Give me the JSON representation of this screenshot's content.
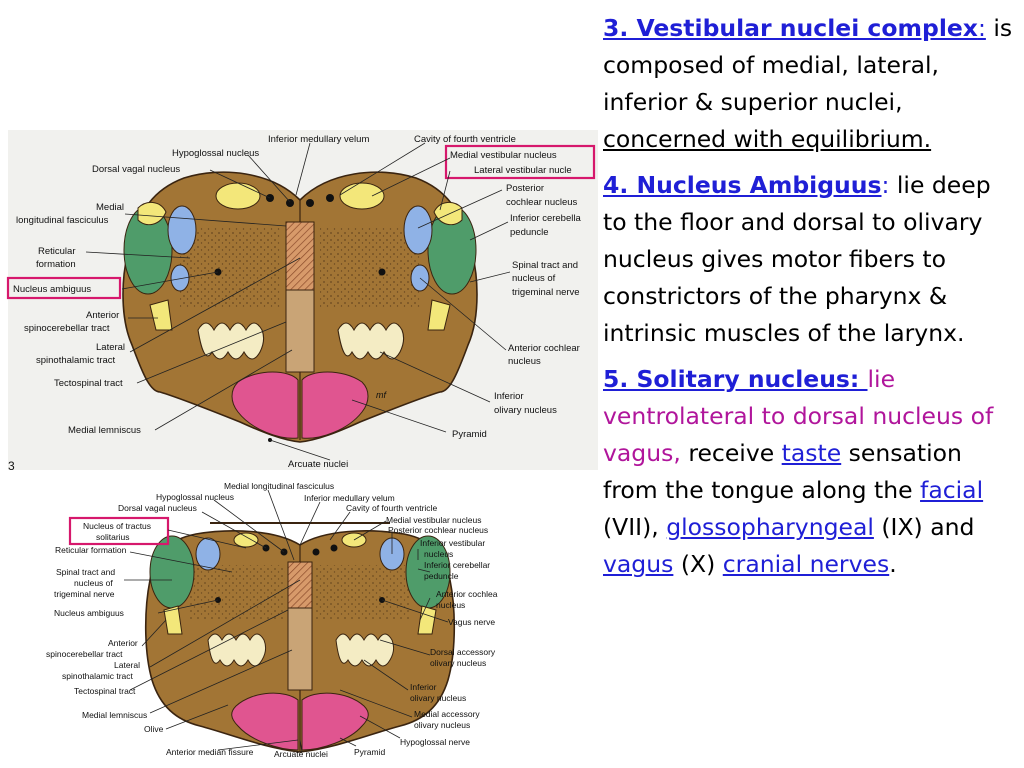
{
  "fig1": {
    "caption_number": "3",
    "mf_mark": "mf",
    "labels": {
      "inferior_medullary_velum": "Inferior medullary velum",
      "cavity_fourth_ventricle": "Cavity of fourth ventricle",
      "hypoglossal_nucleus": "Hypoglossal nucleus",
      "dorsal_vagal_nucleus": "Dorsal vagal nucleus",
      "medial_vestibular_nucleus": "Medial vestibular nucleus",
      "lateral_vestibular_nucleus": "Lateral vestibular nucle",
      "posterior_cochlear_1": "Posterior",
      "posterior_cochlear_2": "cochlear nucleus",
      "medial_long_1": "Medial",
      "medial_long_2": "longitudinal fasciculus",
      "inferior_cerebellar_1": "Inferior cerebella",
      "inferior_cerebellar_2": "peduncle",
      "reticular_1": "Reticular",
      "reticular_2": "formation",
      "spinal_tract_1": "Spinal tract and",
      "spinal_tract_2": "nucleus of",
      "spinal_tract_3": "trigeminal nerve",
      "nucleus_ambiguus": "Nucleus ambiguus",
      "anterior_spinocerebellar_1": "Anterior",
      "anterior_spinocerebellar_2": "spinocerebellar tract",
      "lateral_spinothalamic_1": "Lateral",
      "lateral_spinothalamic_2": "spinothalamic tract",
      "anterior_cochlear_1": "Anterior cochlear",
      "anterior_cochlear_2": "nucleus",
      "tectospinal_tract": "Tectospinal tract",
      "inferior_olivary_1": "Inferior",
      "inferior_olivary_2": "olivary nucleus",
      "medial_lemniscus": "Medial lemniscus",
      "pyramid": "Pyramid",
      "arcuate_nuclei": "Arcuate nuclei"
    }
  },
  "fig2": {
    "labels": {
      "medial_long_fasciculus": "Medial longitudinal fasciculus",
      "hypoglossal_nucleus": "Hypoglossal nucleus",
      "inferior_medullary_velum": "Inferior medullary velum",
      "dorsal_vagal_nucleus": "Dorsal vagal nucleus",
      "cavity_fourth_ventricle": "Cavity of fourth ventricle",
      "medial_vestibular_nucleus": "Medial vestibular nucleus",
      "tractus_solitarius_1": "Nucleus of tractus",
      "tractus_solitarius_2": "solitarius",
      "posterior_cochlear_nucleus": "Posterior cochlear nucleus",
      "inferior_vestibular_1": "Inferior vestibular",
      "inferior_vestibular_2": "nucleus",
      "reticular_formation": "Reticular formation",
      "inferior_cerebellar_1": "Inferior cerebellar",
      "inferior_cerebellar_2": "peduncle",
      "spinal_tract_1": "Spinal tract and",
      "spinal_tract_2": "nucleus of",
      "spinal_tract_3": "trigeminal nerve",
      "anterior_cochlea_1": "Anterior cochlea",
      "anterior_cochlea_2": "nucleus",
      "nucleus_ambiguus": "Nucleus ambiguus",
      "vagus_nerve": "Vagus nerve",
      "anterior_spinocerebellar_1": "Anterior",
      "anterior_spinocerebellar_2": "spinocerebellar tract",
      "lateral_spinothalamic_1": "Lateral",
      "lateral_spinothalamic_2": "spinothalamic tract",
      "dorsal_accessory_1": "Dorsal accessory",
      "dorsal_accessory_2": "olivary nucleus",
      "tectospinal_tract": "Tectospinal tract",
      "inferior_olivary_1": "Inferior",
      "inferior_olivary_2": "olivary nucleus",
      "medial_lemniscus": "Medial lemniscus",
      "medial_accessory_1": "Medial accessory",
      "medial_accessory_2": "olivary nucleus",
      "olive": "Olive",
      "hypoglossal_nerve": "Hypoglossal nerve",
      "anterior_median_fissure": "Anterior median fissure",
      "arcuate_nuclei": "Arcuate nuclei",
      "pyramid": "Pyramid"
    }
  },
  "text": {
    "p3": {
      "heading": "3. Vestibular nuclei complex",
      "colon": ":",
      "body": " is composed  of medial, lateral, inferior  & superior nuclei, ",
      "underlined": "concerned with equilibrium."
    },
    "p4": {
      "heading": "4. Nucleus Ambiguus",
      "colon": ":",
      "body": " lie deep to the floor and dorsal to olivary nucleus gives motor fibers to constrictors of the pharynx & intrinsic muscles of the larynx."
    },
    "p5": {
      "heading": "5. Solitary nucleus: ",
      "purple": "lie ventrolateral to dorsal nucleus of vagus,",
      "b1": " receive ",
      "link_taste": "taste",
      "b2": " sensation  from the tongue along the ",
      "link_facial": "facial",
      "b3": " (VII), ",
      "link_glosso": "glossopharyngeal",
      "b4": " (IX) and ",
      "link_vagus": "vagus",
      "b5": " (X) ",
      "link_cranial": "cranial nerves",
      "b6": "."
    }
  },
  "colors": {
    "link_blue": "#1f1fd6",
    "purple": "#b0159b",
    "brain_brown": "#a27535",
    "pink": "#e05590",
    "green": "#4f9c6a",
    "yellow": "#f3e77a",
    "blue_nucleus": "#8fb2e6",
    "highlight_box": "#d6186c"
  }
}
